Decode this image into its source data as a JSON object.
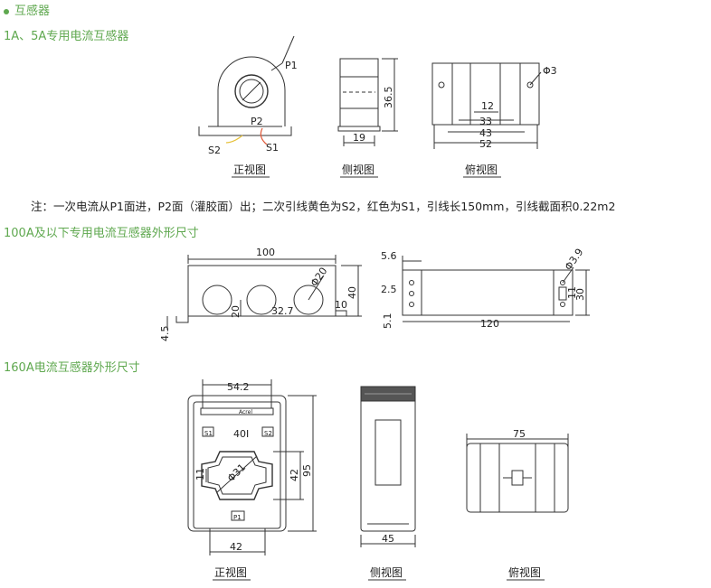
{
  "section": {
    "bullet_title": "互感器"
  },
  "headings": {
    "h1": "1A、5A专用电流互感器",
    "h2": "100A及以下专用电流互感器外形尺寸",
    "h3": "160A电流互感器外形尺寸"
  },
  "note": "注：一次电流从P1面进，P2面（灌胶面）出；二次引线黄色为S2，红色为S1，引线长150mm，引线截面积0.22m2",
  "fig1": {
    "front_caption": "正视图",
    "side_caption": "侧视图",
    "top_caption": "俯视图",
    "labels": {
      "p1": "P1",
      "p2": "P2",
      "s1": "S1",
      "s2": "S2"
    },
    "dims": {
      "height": "36.5",
      "side_width": "19",
      "hole": "Φ3",
      "d12": "12",
      "d33": "33",
      "d43": "43",
      "d52": "52"
    }
  },
  "fig2": {
    "dims": {
      "len": "100",
      "h40": "40",
      "h20": "20",
      "pitch": "32.7",
      "dia": "Φ20",
      "tab": "10",
      "tab_h": "4.5",
      "d56": "5.6",
      "d25": "2.5",
      "d51": "5.1",
      "len120": "120",
      "hole39": "Φ3.9",
      "d30": "30",
      "d11": "11"
    }
  },
  "fig3": {
    "front_caption": "正视图",
    "side_caption": "侧视图",
    "top_caption": "俯视图",
    "dims": {
      "w542": "54.2",
      "w40": "40I",
      "h95": "95",
      "h42": "42",
      "w42": "42",
      "dia31": "Φ31",
      "d11": "11",
      "w45": "45",
      "w75": "75"
    },
    "labels": {
      "s1": "S1",
      "s2": "S2",
      "p1": "P1",
      "brand": "Acrel"
    }
  }
}
